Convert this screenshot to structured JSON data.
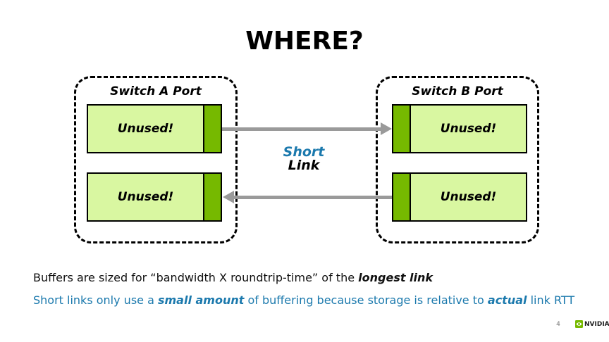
{
  "title": "WHERE?",
  "diagram": {
    "switch_a": {
      "label": "Switch A Port",
      "buffers": [
        {
          "label": "Unused!"
        },
        {
          "label": "Unused!"
        }
      ]
    },
    "switch_b": {
      "label": "Switch B Port",
      "buffers": [
        {
          "label": "Unused!"
        },
        {
          "label": "Unused!"
        }
      ]
    },
    "link_label": {
      "word1": "Short",
      "word2": "Link"
    },
    "arrows": [
      {
        "name": "a-to-b",
        "direction": "right"
      },
      {
        "name": "b-to-a",
        "direction": "left"
      }
    ]
  },
  "notes": {
    "line1_prefix": "Buffers are sized for “bandwidth X roundtrip-time” of the ",
    "line1_emphasis": "longest link",
    "line2_part1": "Short links only use a ",
    "line2_em1": "small amount",
    "line2_part2": " of buffering because storage is relative to ",
    "line2_em2": "actual",
    "line2_part3": " link RTT"
  },
  "footer": {
    "page_number": "4",
    "brand": "NVIDIA"
  },
  "colors": {
    "buffer_light": "#d9f7a1",
    "buffer_dark": "#76b900",
    "accent_teal": "#1b79ad",
    "arrow_gray": "#9a9a9a",
    "title_black": "#000000"
  }
}
